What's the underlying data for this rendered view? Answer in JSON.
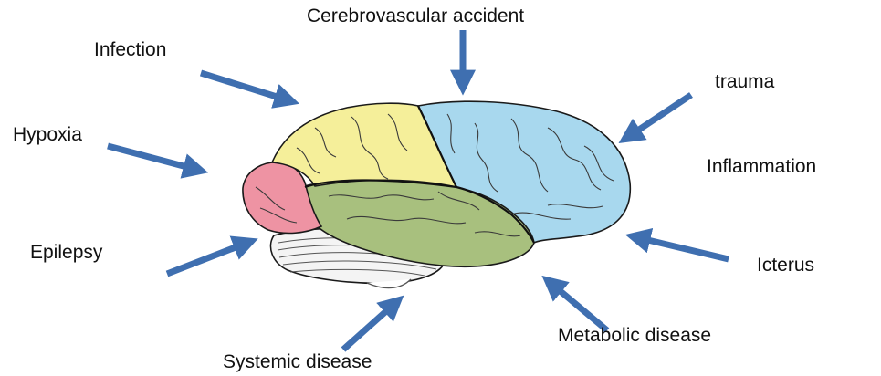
{
  "labels": {
    "cerebrovascular": "Cerebrovascular accident",
    "infection": "Infection",
    "trauma": "trauma",
    "hypoxia": "Hypoxia",
    "inflammation": "Inflammation",
    "epilepsy": "Epilepsy",
    "icterus": "Icterus",
    "systemic": "Systemic disease",
    "metabolic": "Metabolic disease"
  },
  "colors": {
    "arrow": "#3f6fb0",
    "frontal_lobe": "#a8d8ee",
    "parietal_lobe": "#f5ef9a",
    "occipital_lobe": "#ee93a3",
    "temporal_lobe": "#a8c07e",
    "cerebellum": "#f4f4f4",
    "outline": "#1a1a1a"
  }
}
